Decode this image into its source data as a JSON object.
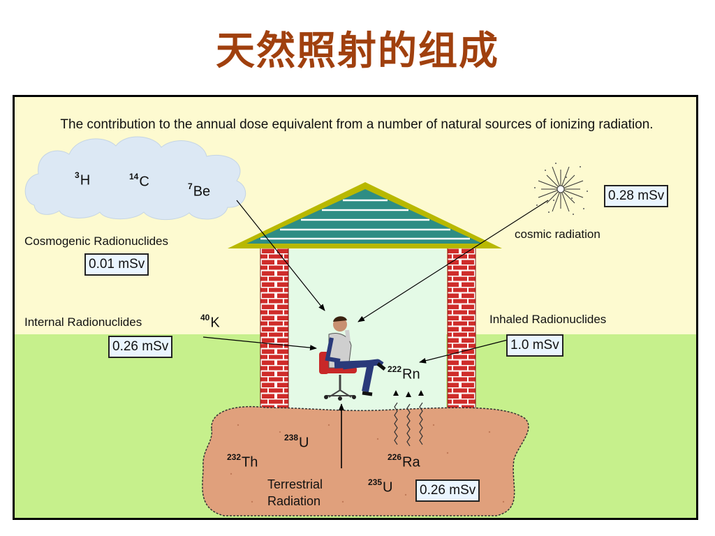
{
  "title": "天然照射的组成",
  "caption": "The contribution to the annual dose equivalent from a number of natural sources of ionizing radiation.",
  "cosmogenic": {
    "label": "Cosmogenic Radionuclides",
    "dose": "0.01 mSv",
    "nuclides": [
      {
        "mass": "3",
        "symbol": "H"
      },
      {
        "mass": "14",
        "symbol": "C"
      },
      {
        "mass": "7",
        "symbol": "Be"
      }
    ]
  },
  "cosmic": {
    "label": "cosmic radiation",
    "dose": "0.28 mSv"
  },
  "internal": {
    "label": "Internal Radionuclides",
    "dose": "0.26 mSv",
    "nuclide": {
      "mass": "40",
      "symbol": "K"
    }
  },
  "inhaled": {
    "label": "Inhaled Radionuclides",
    "dose": "1.0 mSv",
    "nuclide": {
      "mass": "222",
      "symbol": "Rn"
    }
  },
  "terrestrial": {
    "label_line1": "Terrestrial",
    "label_line2": "Radiation",
    "dose": "0.26 mSv",
    "nuclides": [
      {
        "mass": "238",
        "symbol": "U"
      },
      {
        "mass": "232",
        "symbol": "Th"
      },
      {
        "mass": "226",
        "symbol": "Ra"
      },
      {
        "mass": "235",
        "symbol": "U"
      }
    ]
  },
  "colors": {
    "title": "#a0400e",
    "sky": "#fdfad0",
    "ground": "#c6f08c",
    "soil": "#e0a07c",
    "roof": "#2e8d84",
    "roof_trim": "#b8b800",
    "brick": "#c82828",
    "interior": "#e4fae6",
    "dose_box": "#eaf5ff"
  }
}
